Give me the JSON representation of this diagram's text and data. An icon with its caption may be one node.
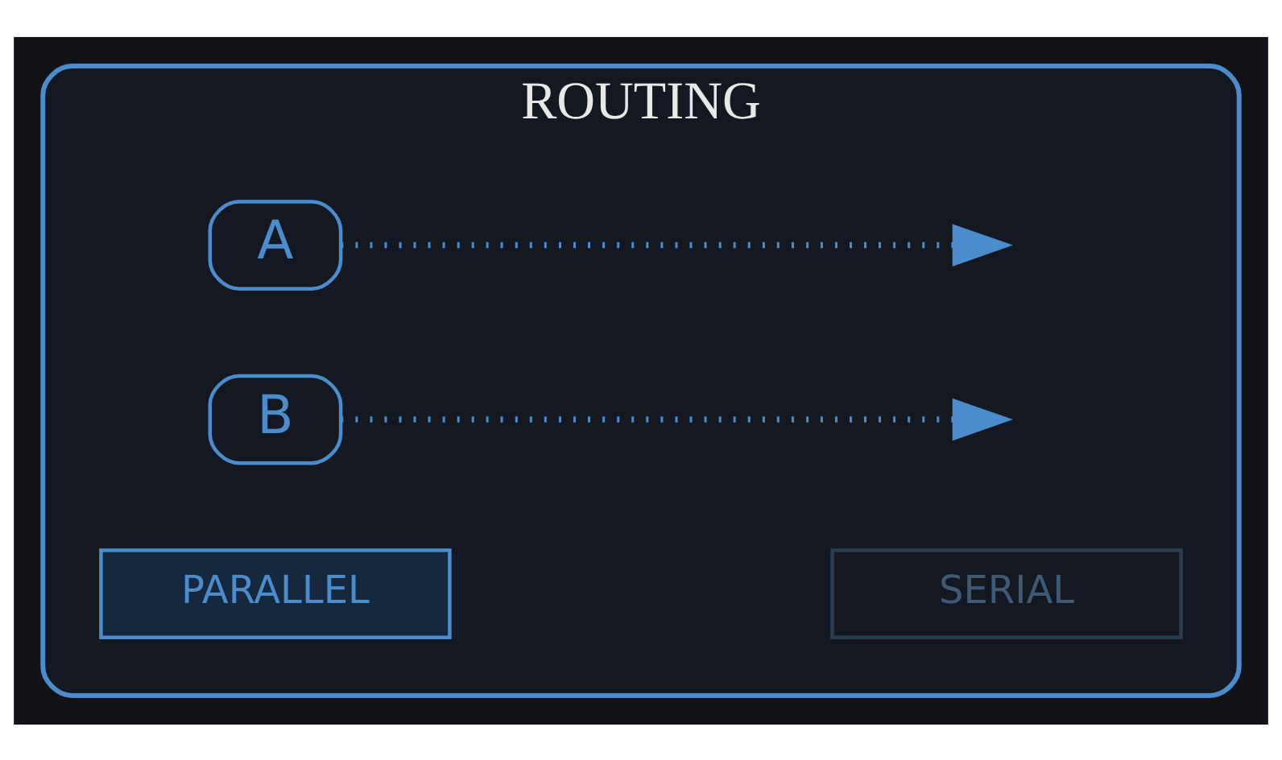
{
  "diagram": {
    "nodes": [
      {
        "text": [
          "ROUTING"
        ]
      },
      {
        "text": [
          "A"
        ],
        "in": 0
      },
      {
        "text": [
          "B"
        ],
        "in": 0
      },
      {
        "text": [
          "PARALLEL"
        ],
        "in": 0
      },
      {
        "text": [
          "SERIAL"
        ],
        "in": 0
      }
    ],
    "edges": [
      {
        "from": 1,
        "to": null,
        "arrow": "to",
        "style": "dashed"
      },
      {
        "from": 2,
        "to": null,
        "arrow": "to",
        "style": "dashed"
      }
    ]
  }
}
